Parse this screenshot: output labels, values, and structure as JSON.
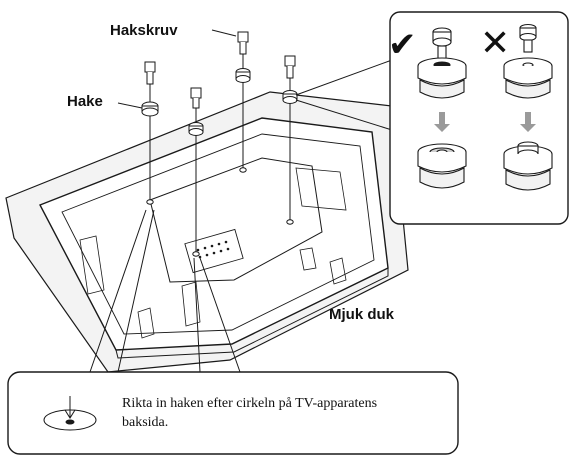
{
  "labels": {
    "hakskruv": "Hakskruv",
    "hake": "Hake",
    "mjuk_duk": "Mjuk duk"
  },
  "note": {
    "text": "Rikta in haken efter cirkeln på TV-apparatens baksida."
  },
  "marks": {
    "correct": "✔",
    "incorrect": "✕"
  },
  "colors": {
    "line": "#1a1a1a",
    "fill_light": "#f2f2f2",
    "fill_mid": "#d6d6d6",
    "arrow": "#9a9a9a"
  }
}
